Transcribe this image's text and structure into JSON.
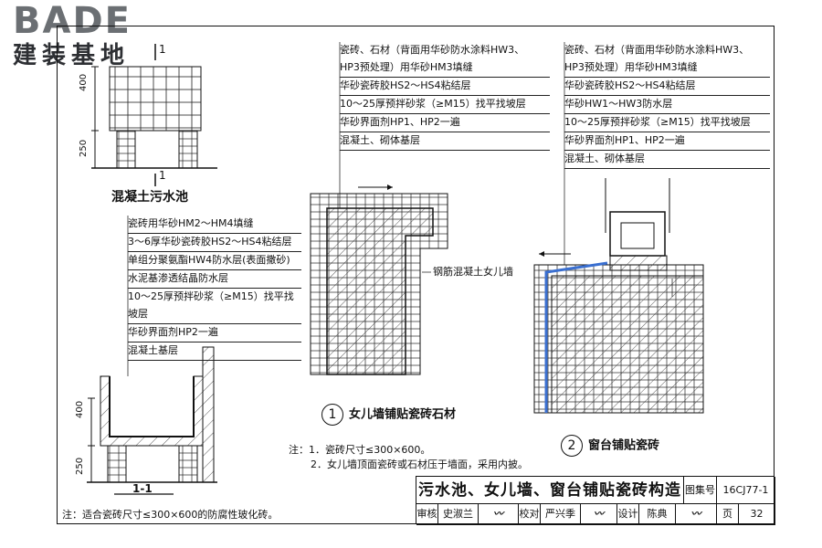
{
  "brand": {
    "logo_text": "BADE",
    "subtitle": "建装基地"
  },
  "section_marker": {
    "num": "1",
    "bottom_num": "1"
  },
  "pool_elevation": {
    "dim_upper": "400",
    "dim_lower": "250"
  },
  "pool_title": "混凝土污水池",
  "pool_layers": [
    "瓷砖用华砂HM2～HM4填缝",
    "3～6厚华砂瓷砖胶HS2～HS4粘结层",
    "单组分聚氨酯HW4防水层(表面撒砂)",
    "水泥基渗透结晶防水层",
    "10～25厚预拌砂浆（≥M15）找平找",
    "坡层",
    "华砂界面剂HP2一遍",
    "混凝土基层"
  ],
  "section_dims": {
    "dim_upper": "400",
    "dim_lower": "250"
  },
  "section_label": "1-1",
  "parapet_layers": [
    "瓷砖、石材（背面用华砂防水涂料HW3、",
    "HP3预处理）用华砂HM3填缝",
    "华砂瓷砖胶HS2～HS4粘结层",
    "10～25厚预拌砂浆（≥M15）找平找坡层",
    "华砂界面剂HP1、HP2一遍",
    "混凝土、砌体基层"
  ],
  "parapet_wall_label": "钢筋混凝土女儿墙",
  "window_layers": [
    "瓷砖、石材（背面用华砂防水涂料HW3、",
    "HP3预处理）用华砂HM3填缝",
    "华砂瓷砖胶HS2～HS4粘结层",
    "华砂HW1～HW3防水层",
    "10～25厚预拌砂浆（≥M15）找平找坡层",
    "华砂界面剂HP1、HP2一遍",
    "混凝土、砌体基层"
  ],
  "detail1": {
    "num": "1",
    "title": "女儿墙铺贴瓷砖石材"
  },
  "detail2": {
    "num": "2",
    "title": "窗台铺贴瓷砖"
  },
  "notes": [
    "注：1．瓷砖尺寸≤300×600。",
    "2．女儿墙顶面瓷砖或石材压于墙面，采用内披。"
  ],
  "footnote": "注：适合瓷砖尺寸≤300×600的防腐性玻化砖。",
  "title_block": {
    "title": "污水池、女儿墙、窗台铺贴瓷砖构造",
    "atlas_label": "图集号",
    "atlas_no": "16CJ77-1",
    "review_label": "审核",
    "reviewer": "史淑兰",
    "check_label": "校对",
    "checker": "严兴季",
    "design_label": "设计",
    "designer": "陈典",
    "page_label": "页",
    "page_no": "32"
  },
  "colors": {
    "brand_grey": "#6b6f73",
    "waterproof_blue": "#3a6fd0",
    "line": "#111111"
  }
}
